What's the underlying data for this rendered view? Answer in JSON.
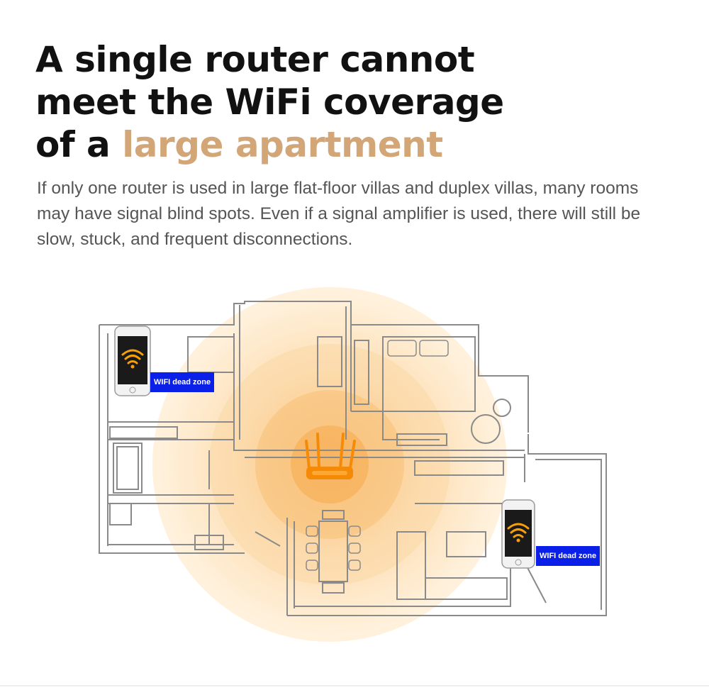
{
  "headline": {
    "line1": "A single router cannot",
    "line2": "meet the WiFi coverage",
    "line3_prefix": "of a ",
    "line3_accent": "large apartment"
  },
  "description": "If only one router is used in large flat-floor villas and duplex villas, many rooms may have signal blind spots. Even if a signal amplifier is used, there will still be slow, stuck, and frequent disconnections.",
  "labels": {
    "dead_zone_left": "WIFI dead zone",
    "dead_zone_right": "WIFI dead zone"
  },
  "icons": {
    "router": "router-icon",
    "phone": "smartphone-icon",
    "wifi": "wifi-signal-icon"
  },
  "colors": {
    "accent": "#d3a678",
    "dead_zone_label_bg": "#0a1fe8",
    "signal_glow": "#f8a840",
    "router_orange": "#f58a07"
  }
}
